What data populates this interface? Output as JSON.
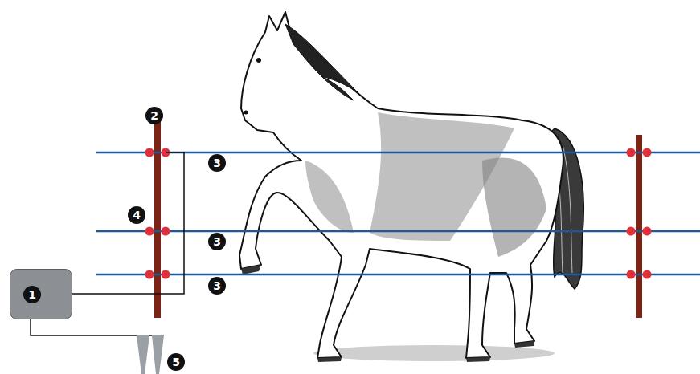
{
  "diagram": {
    "nodes": [
      {
        "text": [
          "1"
        ]
      }
    ],
    "labels": [
      "2",
      "3",
      "4",
      "3",
      "3",
      "5"
    ]
  }
}
